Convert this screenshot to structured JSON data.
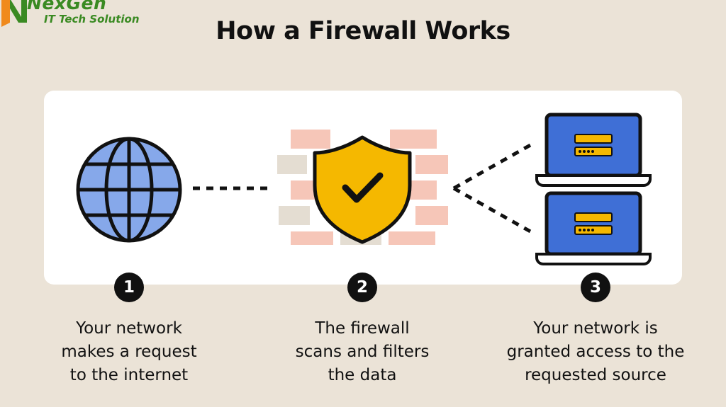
{
  "brand": {
    "name": "NexGen",
    "tagline": "IT Tech Solution"
  },
  "title": "How a Firewall Works",
  "steps": [
    {
      "number": "1",
      "lines": [
        "Your network",
        "makes a request",
        "to the internet"
      ],
      "icon": "globe-icon"
    },
    {
      "number": "2",
      "lines": [
        "The firewall",
        "scans and filters",
        "the data"
      ],
      "icon": "shield-check-icon"
    },
    {
      "number": "3",
      "lines": [
        "Your network is",
        "granted access to the",
        "requested source"
      ],
      "icon": "laptop-icon"
    }
  ],
  "colors": {
    "background": "#ebe3d7",
    "panel": "#ffffff",
    "globe": "#86a8ea",
    "shield": "#f5b800",
    "brick": "#f6c6b8",
    "brick_gray": "#e4ddd2",
    "screen": "#3f6fd6",
    "brand_green": "#3a8a22"
  }
}
